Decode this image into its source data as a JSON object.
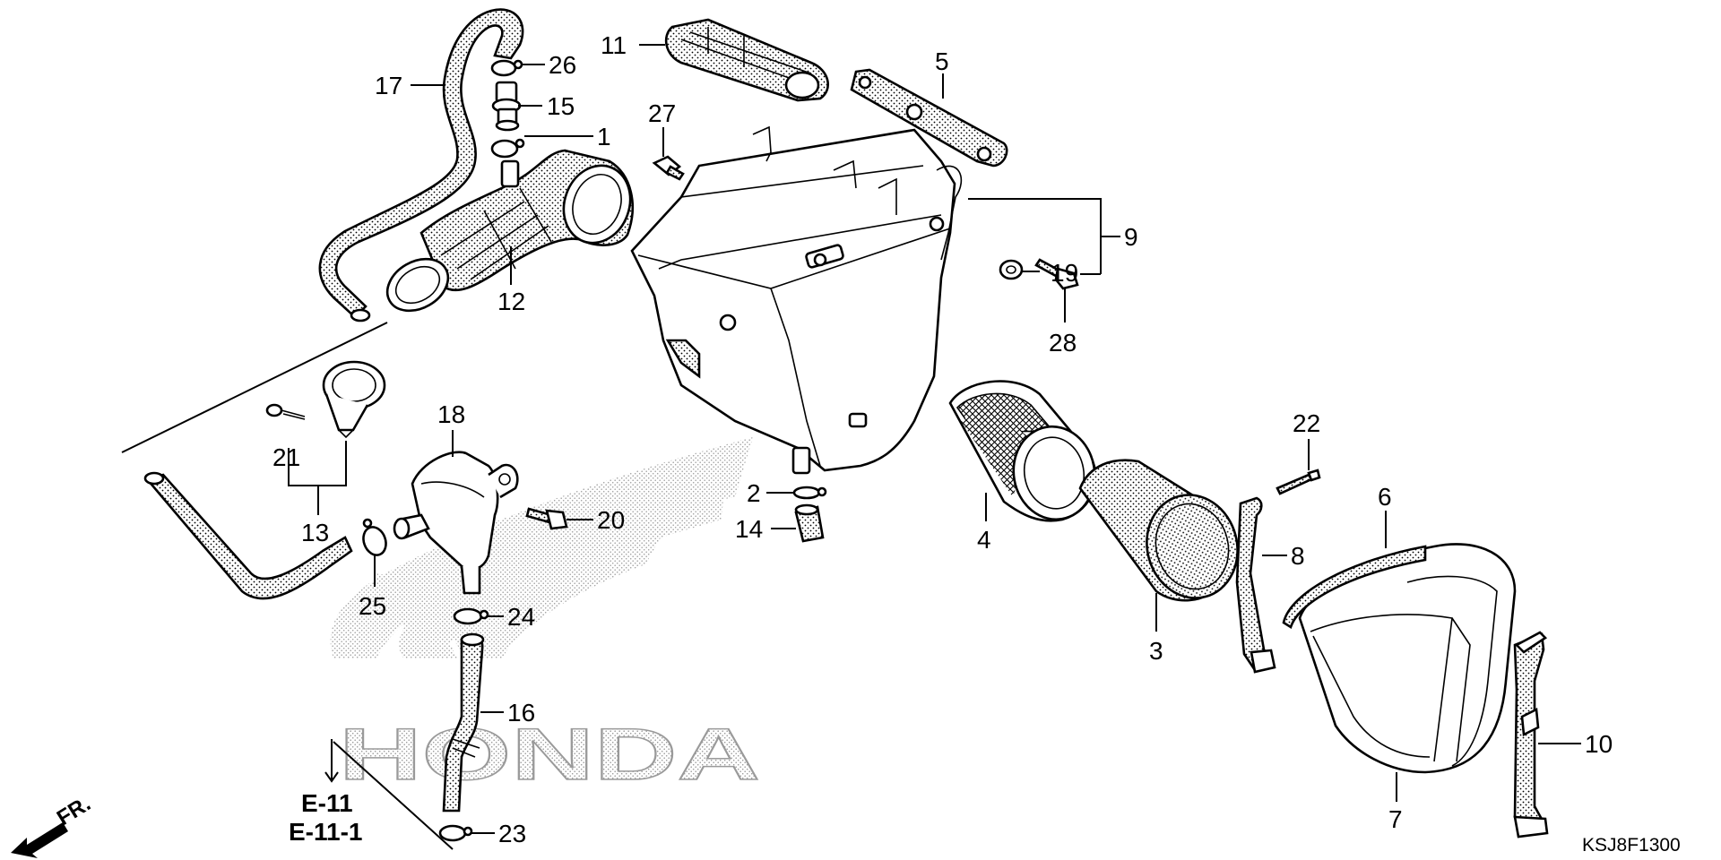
{
  "diagram": {
    "labels": [
      "1",
      "2",
      "3",
      "4",
      "5",
      "6",
      "7",
      "8",
      "9",
      "10",
      "11",
      "12",
      "13",
      "14",
      "15",
      "16",
      "17",
      "18",
      "19",
      "20",
      "21",
      "22",
      "23",
      "24",
      "25",
      "26",
      "27",
      "28"
    ],
    "references": [
      "E-11",
      "E-11-1"
    ],
    "watermark": "HONDA",
    "direction_label": "FR.",
    "diagram_code": "KSJ8F1300"
  }
}
